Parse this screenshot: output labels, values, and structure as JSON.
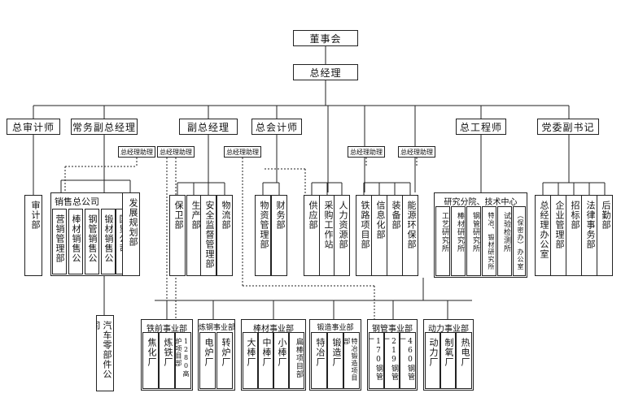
{
  "top": {
    "board": "董事会",
    "gm": "总经理"
  },
  "executives": {
    "auditor": "总审计师",
    "exec_vgm": "常务副总经理",
    "vgm": "副总经理",
    "accountant": "总会计师",
    "engineer": "总工程师",
    "party": "党委副书记"
  },
  "assistants": {
    "a1": "总经理助理",
    "a2": "总经理助理",
    "a3": "总经理助理",
    "a4": "总经理助理",
    "a5": "总经理助理"
  },
  "departments": {
    "audit": "审计部",
    "sales_company": "销售总公司",
    "sales_units": [
      "营销管理部",
      "棒材销售公司",
      "钢管销售公司",
      "锻材销售公司",
      "国贸公司"
    ],
    "development": "发展规划部",
    "security": "保卫部",
    "production": "生产部",
    "safety": "安全监督管理部",
    "logistics": "物流部",
    "materials": "物资管理部",
    "finance": "财务部",
    "supply": "供应部",
    "procurement": "采购工作站",
    "hr": "人力资源部",
    "railway": "铁路项目部",
    "it": "信息化部",
    "equipment": "装备部",
    "energy": "能源环保部",
    "research_center": "研究分院、技术中心",
    "research_units": [
      "工艺研究所",
      "棒材研究所",
      "钢管研究所",
      "特冶、锻材研究所",
      "试验检测所",
      "（保密办）办公室"
    ],
    "gm_office": "总经理办公室",
    "enterprise": "企业管理部",
    "tender": "招标部",
    "legal": "法律事务部",
    "logistics_service": "后勤部"
  },
  "divisions": {
    "auto_parts": "汽车零部件公司",
    "ironmaking": {
      "title": "铁前事业部",
      "units": [
        "焦化厂",
        "炼铁厂",
        "1280高炉项目部"
      ]
    },
    "steelmaking": {
      "title": "炼钢事业部",
      "units": [
        "电炉厂",
        "转炉厂"
      ]
    },
    "bar": {
      "title": "棒材事业部",
      "units": [
        "大棒厂",
        "中棒厂",
        "小棒厂",
        "扁棒项目部"
      ]
    },
    "forging": {
      "title": "锻造事业部",
      "units": [
        "特冶厂",
        "锻造厂",
        "特冶锻造项目部"
      ]
    },
    "pipe": {
      "title": "钢管事业部",
      "units": [
        "170钢管厂",
        "219钢管厂",
        "460钢管厂"
      ]
    },
    "power": {
      "title": "动力事业部",
      "units": [
        "动力厂",
        "制氧厂",
        "热电厂"
      ]
    }
  }
}
